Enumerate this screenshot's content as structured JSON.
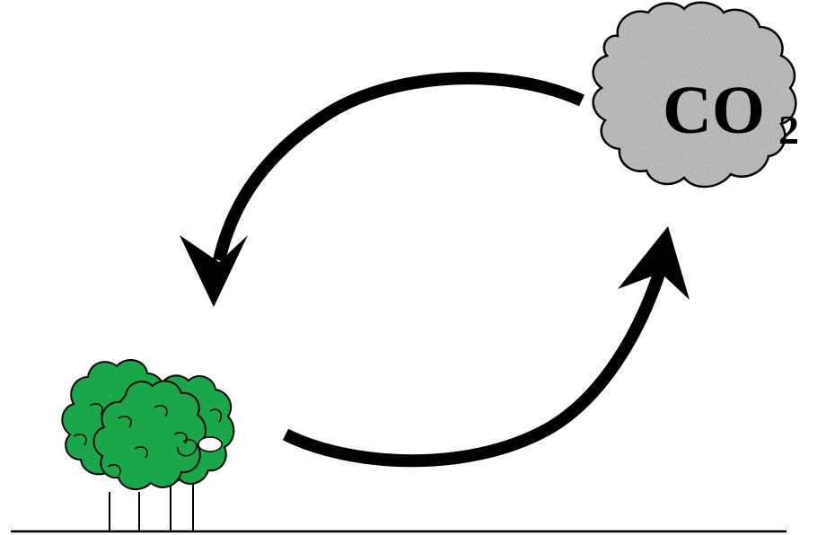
{
  "cloud": {
    "formula_main": "CO",
    "formula_subscript": "2"
  },
  "colors": {
    "tree_fill": "#19a74a",
    "cloud_fill": "#b4b4b4",
    "arrow": "#000000",
    "ground": "#000000"
  },
  "icons": {
    "tree": "tree-icon",
    "cloud": "cloud-icon",
    "ground": "ground-line"
  }
}
